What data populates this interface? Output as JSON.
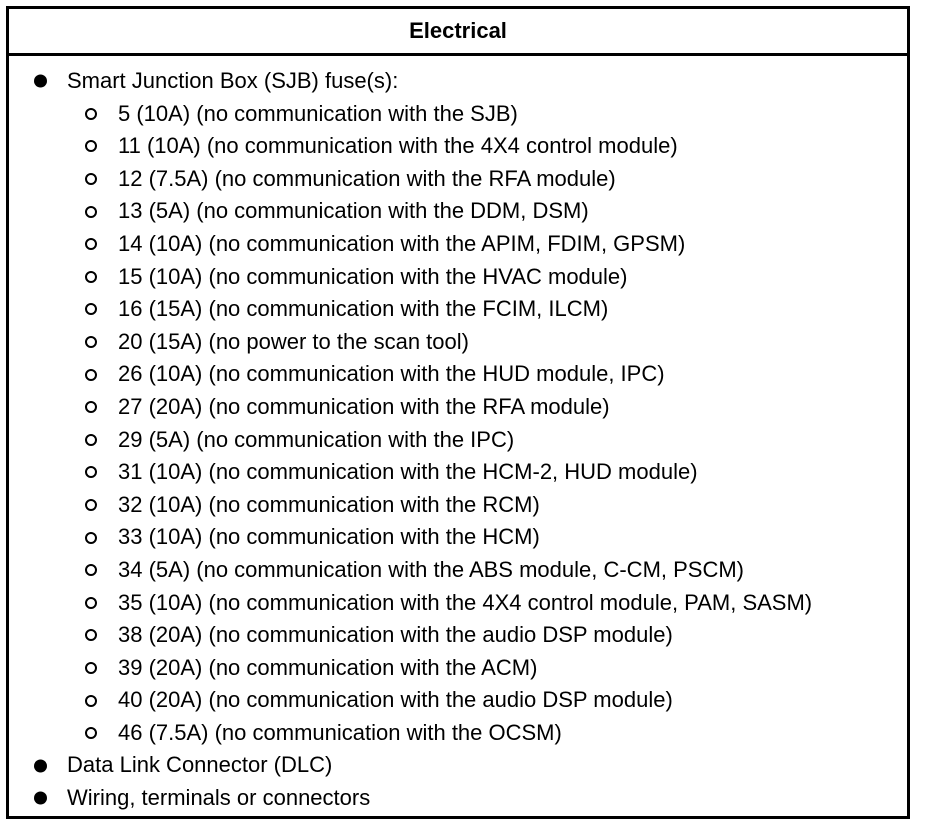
{
  "header": "Electrical",
  "items": [
    {
      "level": 1,
      "text": "Smart Junction Box (SJB) fuse(s):"
    },
    {
      "level": 2,
      "text": "5 (10A) (no communication with the SJB)"
    },
    {
      "level": 2,
      "text": "11 (10A) (no communication with the 4X4 control module)"
    },
    {
      "level": 2,
      "text": "12 (7.5A) (no communication with the RFA module)"
    },
    {
      "level": 2,
      "text": "13 (5A) (no communication with the DDM, DSM)"
    },
    {
      "level": 2,
      "text": "14 (10A) (no communication with the APIM, FDIM, GPSM)"
    },
    {
      "level": 2,
      "text": "15 (10A) (no communication with the HVAC module)"
    },
    {
      "level": 2,
      "text": "16 (15A) (no communication with the FCIM, ILCM)"
    },
    {
      "level": 2,
      "text": "20 (15A) (no power to the scan tool)"
    },
    {
      "level": 2,
      "text": "26 (10A) (no communication with the HUD module, IPC)"
    },
    {
      "level": 2,
      "text": "27 (20A) (no communication with the RFA module)"
    },
    {
      "level": 2,
      "text": "29 (5A) (no communication with the IPC)"
    },
    {
      "level": 2,
      "text": "31 (10A) (no communication with the HCM-2, HUD module)"
    },
    {
      "level": 2,
      "text": "32 (10A) (no communication with the RCM)"
    },
    {
      "level": 2,
      "text": "33 (10A) (no communication with the HCM)"
    },
    {
      "level": 2,
      "text": "34 (5A) (no communication with the ABS module, C-CM, PSCM)"
    },
    {
      "level": 2,
      "text": "35 (10A) (no communication with the 4X4 control module, PAM, SASM)"
    },
    {
      "level": 2,
      "text": "38 (20A) (no communication with the audio DSP module)"
    },
    {
      "level": 2,
      "text": "39 (20A) (no communication with the ACM)"
    },
    {
      "level": 2,
      "text": "40 (20A) (no communication with the audio DSP module)"
    },
    {
      "level": 2,
      "text": "46 (7.5A) (no communication with the OCSM)"
    },
    {
      "level": 1,
      "text": "Data Link Connector (DLC)"
    },
    {
      "level": 1,
      "text": "Wiring, terminals or connectors"
    }
  ]
}
